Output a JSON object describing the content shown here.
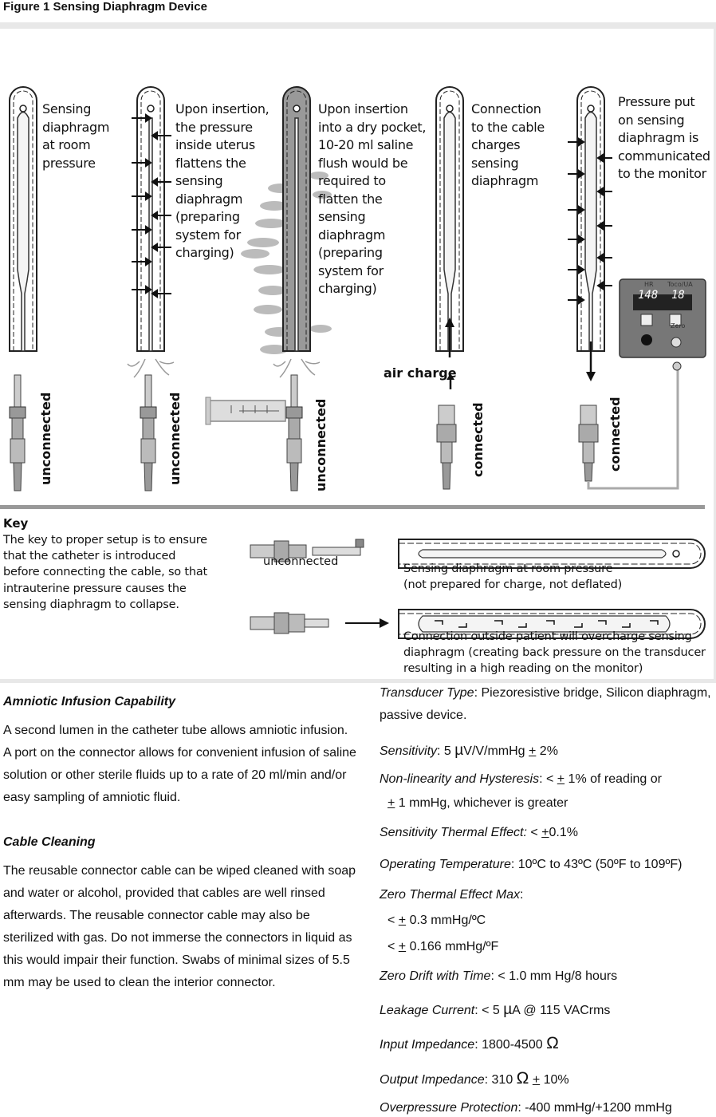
{
  "figure": {
    "title": "Figure 1  Sensing Diaphragm Device",
    "captions": [
      [
        "Sensing",
        "diaphragm",
        "at room",
        "pressure"
      ],
      [
        "Upon insertion,",
        "the pressure",
        "inside uterus",
        "flattens the",
        "sensing",
        "diaphragm",
        "(preparing",
        "system for",
        "charging)"
      ],
      [
        "Upon insertion",
        "into a dry pocket,",
        "10-20 ml saline",
        "flush would be",
        "required to",
        "flatten the",
        "sensing",
        "diaphragm",
        "(preparing",
        "system for",
        "charging)"
      ],
      [
        "Connection",
        "to the cable",
        "charges",
        "sensing",
        "diaphragm"
      ],
      [
        "Pressure put",
        "on sensing",
        "diaphragm is",
        "communicated",
        "to the monitor"
      ]
    ],
    "state_labels": [
      "unconnected",
      "unconnected",
      "unconnected",
      "connected",
      "connected"
    ],
    "air_charge": "air charge",
    "monitor": {
      "hr_label": "HR",
      "toco_label": "Toco/UA",
      "hr_value": "148",
      "toco_value": "18",
      "zero_label": "Zero"
    },
    "key": {
      "title": "Key",
      "text": "The key to proper setup is to ensure that the catheter is introduced before connecting the cable, so that intrauterine pressure causes the sensing diaphragm to collapse.",
      "unconnected_label": "unconnected",
      "caption_1": [
        "Sensing diaphragm at room pressure",
        "(not prepared for charge, not deflated)"
      ],
      "caption_2": [
        "Connection outside patient will overcharge sensing",
        "diaphragm (creating back pressure on the transducer",
        "resulting in a high reading on the monitor)"
      ]
    }
  },
  "left": {
    "section1_title": "Amniotic Infusion Capability",
    "section1_text": "A second lumen in the catheter tube allows amniotic infusion. A port on the connector allows for convenient infusion of saline solution or other sterile fluids up to a rate of 20 ml/min and/or easy sampling of amniotic fluid.",
    "section2_title": "Cable Cleaning",
    "section2_text": "The reusable connector cable can be wiped cleaned with soap and water or alcohol, provided that cables are well rinsed afterwards. The reusable connector cable may also be sterilized with gas. Do not immerse the connectors in liquid as this would impair their function. Swabs of minimal sizes of 5.5 mm may be used to clean the interior connector."
  },
  "specs": {
    "transducer_label": "Transducer Type",
    "transducer_value": ": Piezoresistive bridge, Silicon diaphragm,",
    "transducer_value2": "passive device.",
    "sensitivity_label": "Sensitivity",
    "sensitivity_a": ": 5 ",
    "sensitivity_mu": "µ",
    "sensitivity_b": "V/V/mmHg ",
    "sensitivity_pm": "+",
    "sensitivity_c": " 2%",
    "nonlin_label": "Non-linearity and Hysteresis",
    "nonlin_a": ": < ",
    "nonlin_pm": "+",
    "nonlin_b": " 1% of reading or",
    "nonlin_pm2": "+",
    "nonlin_c": " 1 mmHg, whichever is greater",
    "thermal_label": "Sensitivity Thermal Effect:",
    "thermal_a": " < ",
    "thermal_pm": "+",
    "thermal_b": "0.1%",
    "optemp_label": "Operating Temperature",
    "optemp_value": ": 10ºC to 43ºC (50ºF to 109ºF)",
    "zero_label": "Zero Thermal Effect Max",
    "zero_colon": ":",
    "zero_a": "< ",
    "zero_pm": "+",
    "zero_b": " 0.3 mmHg/ºC",
    "zero_c": "< ",
    "zero_pm2": "+",
    "zero_d": " 0.166 mmHg/ºF",
    "drift_label": "Zero Drift with Time",
    "drift_value": ": < 1.0 mm Hg/8 hours",
    "leak_label": "Leakage Current",
    "leak_a": ": < 5 ",
    "leak_mu": "µ",
    "leak_b": "A @ 115 VACrms",
    "inimp_label": "Input Impedance",
    "inimp_a": ": 1800-4500 ",
    "inimp_omega": "Ω",
    "outimp_label": "Output Impedance",
    "outimp_a": ": 310 ",
    "outimp_omega": "Ω",
    "outimp_b": " ",
    "outimp_pm": "+",
    "outimp_c": " 10%",
    "over_label": "Overpressure Protection",
    "over_value": ": -400 mmHg/+1200 mmHg"
  }
}
